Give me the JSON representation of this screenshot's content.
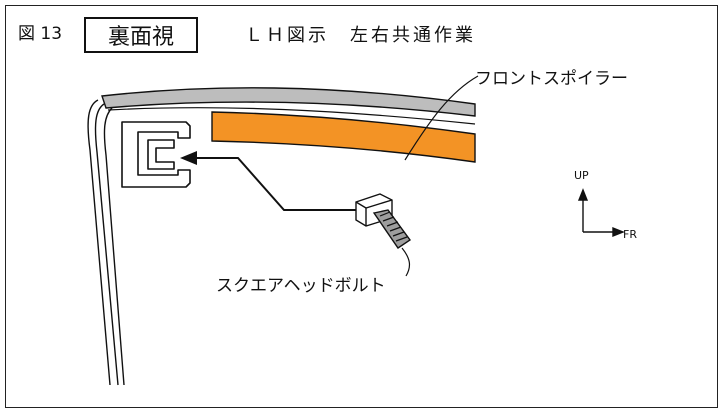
{
  "figure": {
    "label": "図 13",
    "view": "裏面視",
    "note": "ＬＨ図示　左右共通作業"
  },
  "callouts": {
    "front_spoiler": "フロントスポイラー",
    "square_head_bolt": "スクエアヘッドボルト"
  },
  "directions": {
    "up": "UP",
    "front": "FR"
  },
  "colors": {
    "spoiler": "#F39325",
    "edge_strip": "#BDBDBD",
    "line": "#111111"
  }
}
